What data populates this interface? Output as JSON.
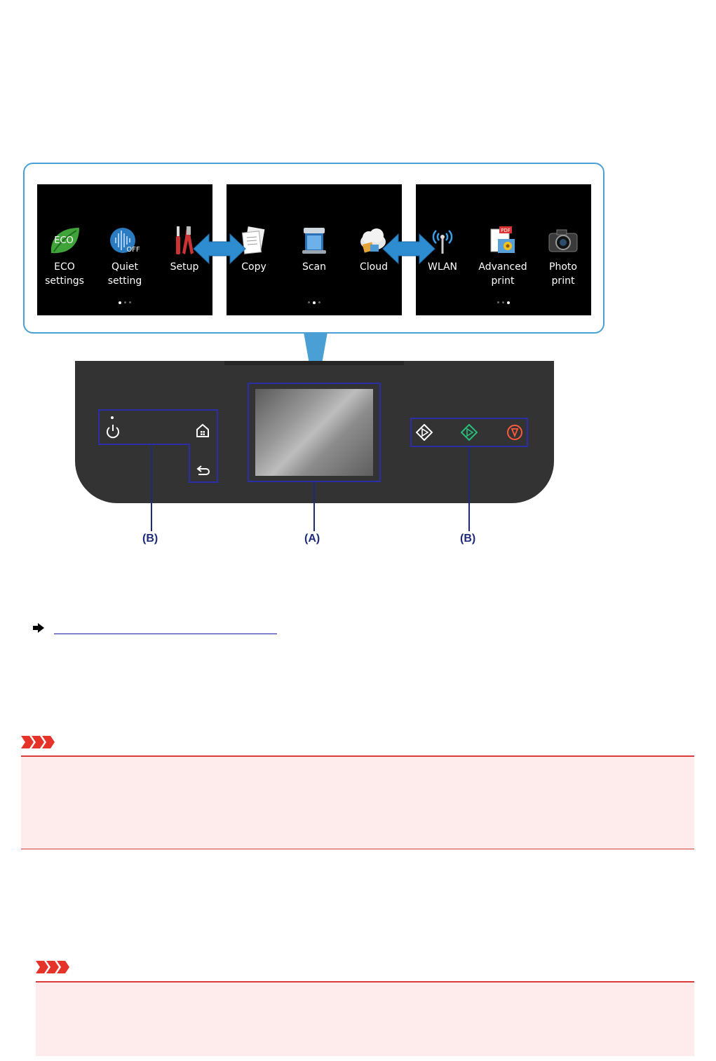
{
  "screens": [
    {
      "apps": [
        {
          "label_line1": "ECO",
          "label_line2": "settings",
          "icon": "eco-leaf-icon",
          "icon_text": "ECO"
        },
        {
          "label_line1": "Quiet",
          "label_line2": "setting",
          "icon": "quiet-sound-icon",
          "icon_text": "OFF"
        },
        {
          "label_line1": "Setup",
          "label_line2": "",
          "icon": "tools-icon"
        }
      ],
      "active_dot": 1
    },
    {
      "apps": [
        {
          "label_line1": "Copy",
          "label_line2": "",
          "icon": "copy-documents-icon"
        },
        {
          "label_line1": "Scan",
          "label_line2": "",
          "icon": "scanner-icon"
        },
        {
          "label_line1": "Cloud",
          "label_line2": "",
          "icon": "cloud-icon"
        }
      ],
      "active_dot": 2
    },
    {
      "apps": [
        {
          "label_line1": "WLAN",
          "label_line2": "",
          "icon": "wlan-antenna-icon"
        },
        {
          "label_line1": "Advanced",
          "label_line2": "print",
          "icon": "advanced-print-icon",
          "icon_text": "PDF"
        },
        {
          "label_line1": "Photo",
          "label_line2": "print",
          "icon": "camera-icon"
        }
      ],
      "active_dot": 3
    }
  ],
  "panel": {
    "label_a": "(A)",
    "label_b_left": "(B)",
    "label_b_right": "(B)"
  },
  "link": {
    "text": ""
  },
  "colors": {
    "callout_border": "#4a9fd4",
    "annotation_blue": "#2d2da8",
    "important_red": "#d93a3a",
    "important_bg": "#fdeceb",
    "start_black_green": "#27c07a",
    "stop_red": "#ff5a3c"
  }
}
